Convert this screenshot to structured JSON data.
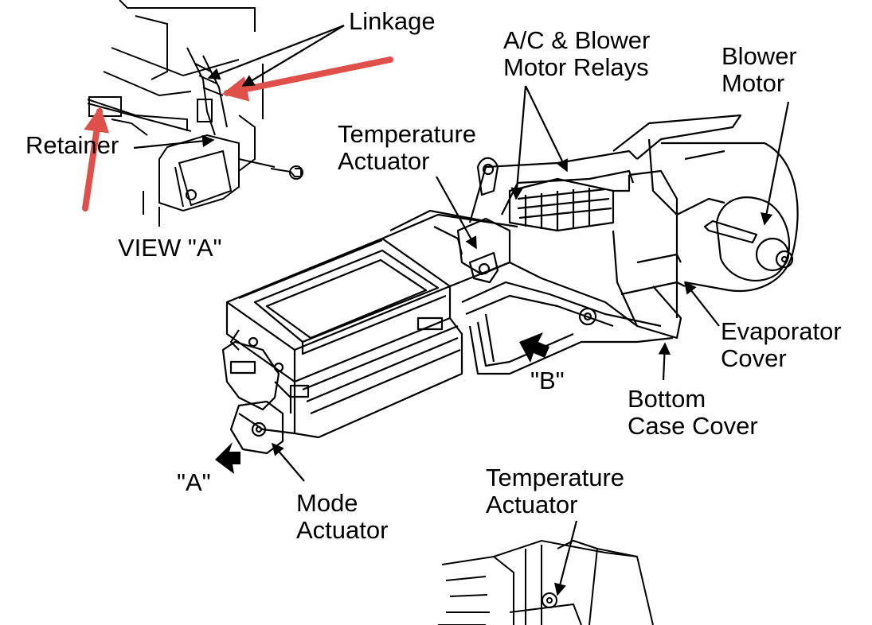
{
  "labels": {
    "linkage": "Linkage",
    "retainer": "Retainer",
    "view_a": "VIEW \"A\"",
    "relays_line1": "A/C & Blower",
    "relays_line2": "Motor Relays",
    "blower_line1": "Blower",
    "blower_line2": "Motor",
    "temp_top_line1": "Temperature",
    "temp_top_line2": "Actuator",
    "evap_line1": "Evaporator",
    "evap_line2": "Cover",
    "b_marker": "\"B\"",
    "bottom_line1": "Bottom",
    "bottom_line2": "Case Cover",
    "a_marker": "\"A\"",
    "mode_line1": "Mode",
    "mode_line2": "Actuator",
    "temp_bottom_line1": "Temperature",
    "temp_bottom_line2": "Actuator"
  },
  "colors": {
    "ink": "#000000",
    "highlight_arrow": "#e0504a",
    "background": "#ffffff"
  }
}
